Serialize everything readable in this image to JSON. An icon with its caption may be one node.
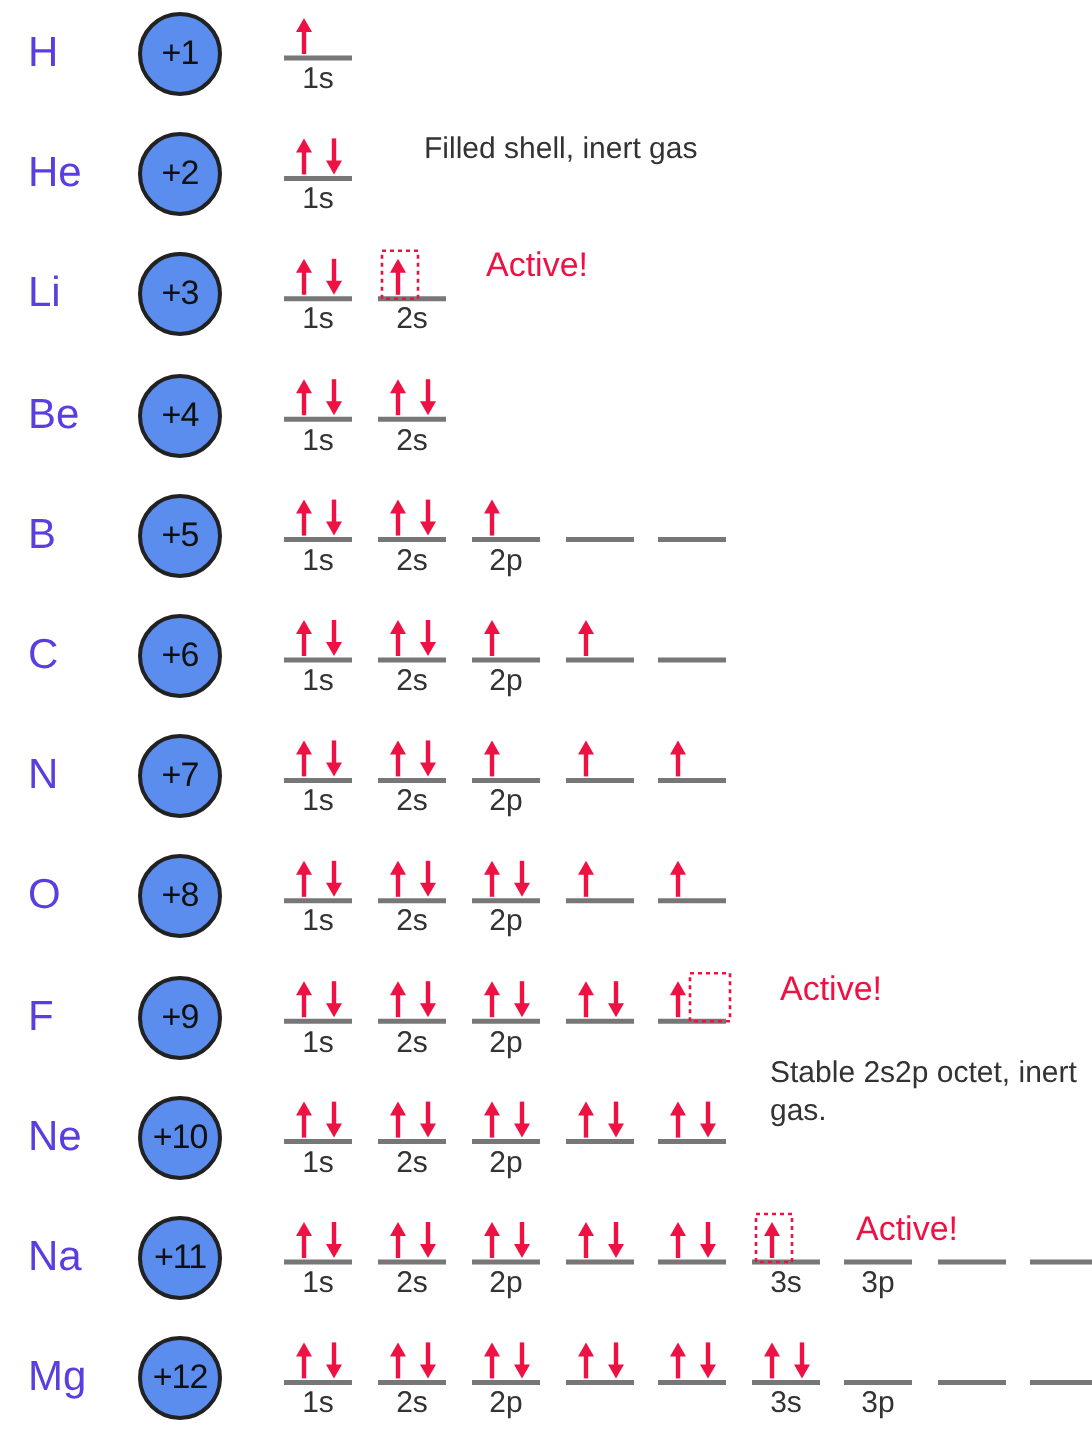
{
  "diagram": {
    "nodes": [
      {
        "text": [
          "+1"
        ]
      },
      {
        "text": [
          "+2"
        ]
      },
      {
        "text": [
          "+3"
        ]
      },
      {
        "text": [
          "+4"
        ]
      },
      {
        "text": [
          "+5"
        ]
      },
      {
        "text": [
          "+6"
        ]
      },
      {
        "text": [
          "+7"
        ]
      },
      {
        "text": [
          "+8"
        ]
      },
      {
        "text": [
          "+9"
        ]
      },
      {
        "text": [
          "+10"
        ]
      },
      {
        "text": [
          "+11"
        ]
      },
      {
        "text": [
          "+12"
        ]
      }
    ],
    "labels": [
      "H",
      "1s",
      "He",
      "Filled shell, inert gas",
      "1s",
      "Li",
      "Active!",
      "1s",
      "2s",
      "Be",
      "1s",
      "2s",
      "B",
      "1s",
      "2s",
      "2p",
      "C",
      "1s",
      "2s",
      "2p",
      "N",
      "1s",
      "2s",
      "2p",
      "O",
      "1s",
      "2s",
      "2p",
      "F",
      "Active!",
      "1s",
      "2s",
      "2p",
      "Ne",
      "Stable 2s2p octet, inert gas.",
      "1s",
      "2s",
      "2p",
      "Na",
      "Active!",
      "1s",
      "2s",
      "2p",
      "3s",
      "3p",
      "Mg",
      "1s",
      "2s",
      "2p",
      "3s",
      "3p"
    ]
  }
}
